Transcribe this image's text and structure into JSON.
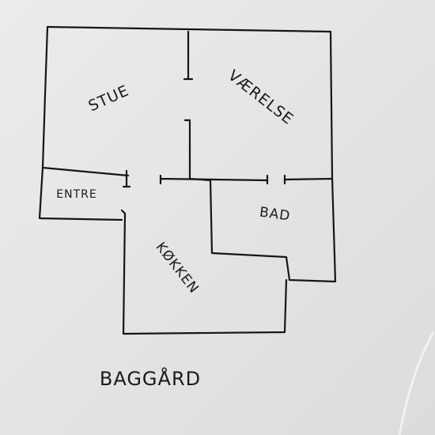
{
  "rooms": {
    "stue": "STUE",
    "vaerelse": "VÆRELSE",
    "entre": "ENTRE",
    "bad": "BAD",
    "kokken": "KØKKEN"
  },
  "outside": "BAGGÅRD",
  "colors": {
    "ink": "#161616",
    "paper": "#e6e6e8"
  }
}
